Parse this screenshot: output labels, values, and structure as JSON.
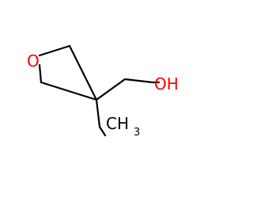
{
  "molecule": {
    "atoms": {
      "ring_oxygen": "O",
      "hydroxyl": "OH",
      "methyl_main": "CH",
      "methyl_sub": "3"
    },
    "colors": {
      "oxygen": "#ff0000",
      "carbon": "#000000",
      "bond": "#000000",
      "background": "#ffffff"
    }
  }
}
